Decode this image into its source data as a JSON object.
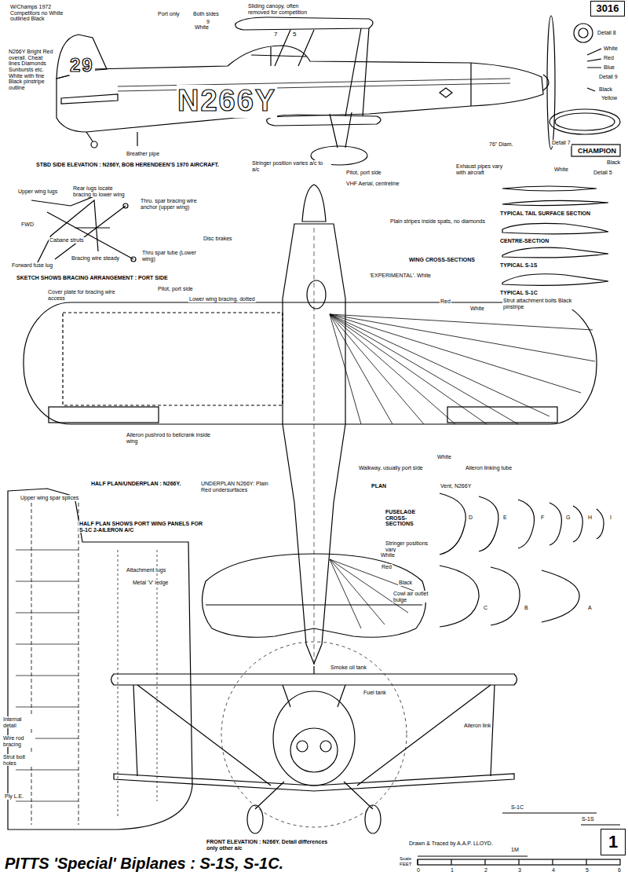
{
  "diagram": {
    "title": "PITTS 'Special' Biplanes : S-1S, S-1C.",
    "nodes": [
      {
        "text": [
          "3016"
        ]
      },
      {
        "text": [
          "1"
        ]
      }
    ],
    "labels": [
      "W/Champs 1972 Competitors no White outlined Black",
      "N266Y Bright Red overall. Cheat lines Diamonds Sunbursts etc. White with fine Black pinstripe outline",
      "29",
      "N266Y",
      "Port only",
      "Both sides",
      "9",
      "White",
      "Sliding canopy, often removed for competition",
      "7",
      "5",
      "Detail 8",
      "White",
      "Red",
      "Blue",
      "Detail 9",
      "Black",
      "Yellow",
      "Detail 7",
      "CHAMPION",
      "Black",
      "White",
      "Detail 5",
      "76\" Diam.",
      "Breather pipe",
      "STBD SIDE ELEVATION : N266Y, BOB HERENDEEN'S 1970 AIRCRAFT.",
      "Stringer position varies a/c to a/c",
      "Pitot, port side",
      "Exhaust pipes vary with aircraft",
      "VHF Aerial, centreline",
      "Plain stripes inside spats, no diamonds",
      "TYPICAL TAIL SURFACE SECTION",
      "CENTRE-SECTION",
      "TYPICAL S-1S",
      "TYPICAL S-1C",
      "WING CROSS-SECTIONS",
      "'EXPERIMENTAL'. White",
      "Strut attachment bolts Black pinstripe",
      "Upper wing lugs",
      "Rear lugs locate bracing to lower wing",
      "Thru. spar bracing wire anchor (upper wing)",
      "FWD",
      "Cabane struts",
      "Forward fuse lug",
      "Bracing wire steady",
      "Thru spar tube (Lower wing)",
      "SKETCH SHOWS BRACING ARRANGEMENT : PORT SIDE",
      "Disc brakes",
      "Cover plate for bracing wire access",
      "Pitot, port side",
      "Lower wing bracing, dotted",
      "Red",
      "White",
      "Aileron pushrod to bellcrank inside wing",
      "Walkway, usually port side",
      "White",
      "Aileron linking tube",
      "HALF PLAN/UNDERPLAN : N266Y.",
      "UNDERPLAN N266Y: Plain Red undersurfaces",
      "PLAN",
      "Vent, N266Y",
      "D",
      "E",
      "F",
      "G",
      "H",
      "I",
      "FUSELAGE CROSS-SECTIONS",
      "Stringer positions vary",
      "C",
      "B",
      "A",
      "Cowl air outlet bulge",
      "White",
      "Red",
      "Black",
      "Upper wing spar splices",
      "HALF PLAN SHOWS PORT WING PANELS FOR S-1C 2-AILERON A/C",
      "Attachment lugs",
      "Metal 'V' ledge",
      "Internal detail",
      "Wire rod bracing",
      "Strut bolt holes",
      "Ply L.E.",
      "Smoke oil tank",
      "Fuel tank",
      "Aileron link",
      "FRONT ELEVATION : N266Y. Detail differences only other a/c",
      "Drawn & Traced by A.A.P. LLOYD.",
      "S-1C",
      "S-1S",
      "Scale FEET",
      "0",
      "1",
      "2",
      "3",
      "4",
      "5",
      "6",
      "1M"
    ]
  }
}
